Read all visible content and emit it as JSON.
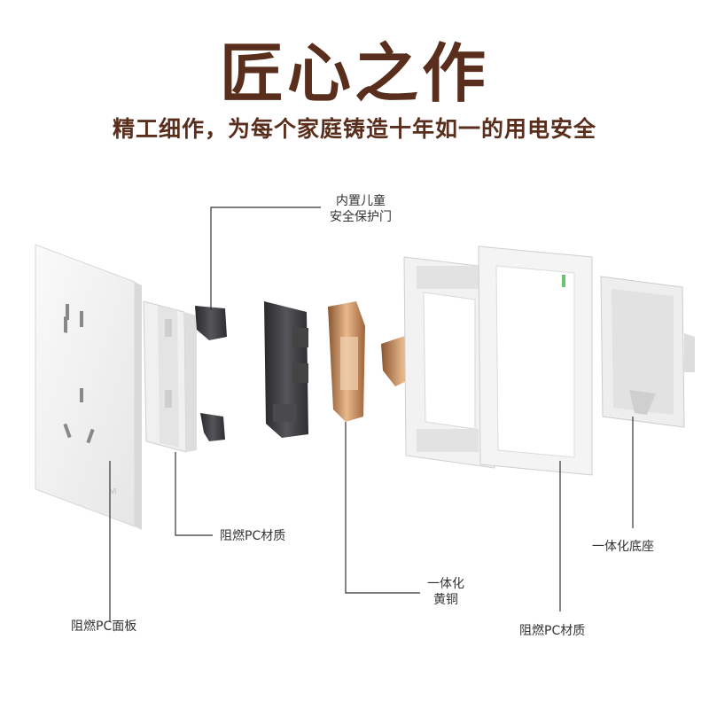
{
  "header": {
    "title": "匠心之作",
    "subtitle": "精工细作，为每个家庭铸造十年如一的用电安全"
  },
  "labels": {
    "child_door_line1": "内置儿童",
    "child_door_line2": "安全保护门",
    "inner_frame": "阻燃PC材质",
    "brass_line1": "一体化",
    "brass_line2": "黄铜",
    "base": "一体化底座",
    "panel": "阻燃PC面板",
    "outer_frame": "阻燃PC材质"
  },
  "colors": {
    "title": "#5a2e1c",
    "leader_line": "#333333",
    "plastic": "#f1f1f1",
    "dark_part": "#3a3a3c",
    "brass": "#c98a5a"
  }
}
